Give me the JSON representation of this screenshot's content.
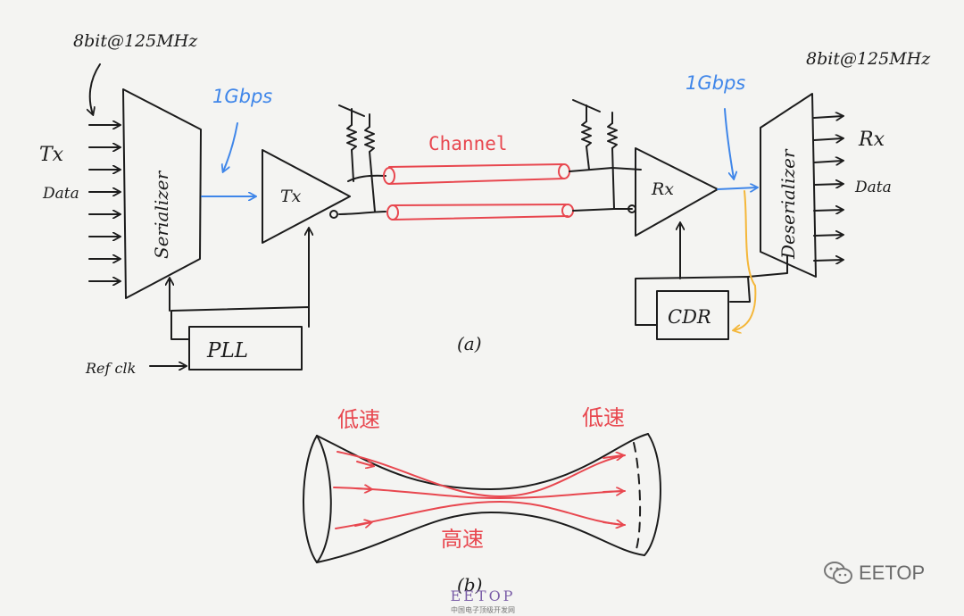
{
  "diagram_a": {
    "tx_rate": "8bit@125MHz",
    "rx_rate": "8bit@125MHz",
    "tx_data_label_1": "Tx",
    "tx_data_label_2": "Data",
    "rx_data_label_1": "Rx",
    "rx_data_label_2": "Data",
    "serializer": "Serializer",
    "deserializer": "Deserializer",
    "tx_driver": "Tx",
    "rx_receiver": "Rx",
    "pll": "PLL",
    "cdr": "CDR",
    "refclk": "Ref clk",
    "gbps_tx": "1Gbps",
    "gbps_rx": "1Gbps",
    "channel": "Channel",
    "caption": "(a)"
  },
  "diagram_b": {
    "low_speed_left": "低速",
    "low_speed_right": "低速",
    "high_speed": "高速",
    "caption": "(b)"
  },
  "watermark": {
    "brand": "EETOP",
    "subtitle": "中国电子顶级开发网",
    "corner_brand": "EETOP"
  },
  "colors": {
    "ink": "#1c1c1c",
    "blue": "#3f86e9",
    "red": "#e8474f",
    "yellow": "#f4b73a"
  }
}
